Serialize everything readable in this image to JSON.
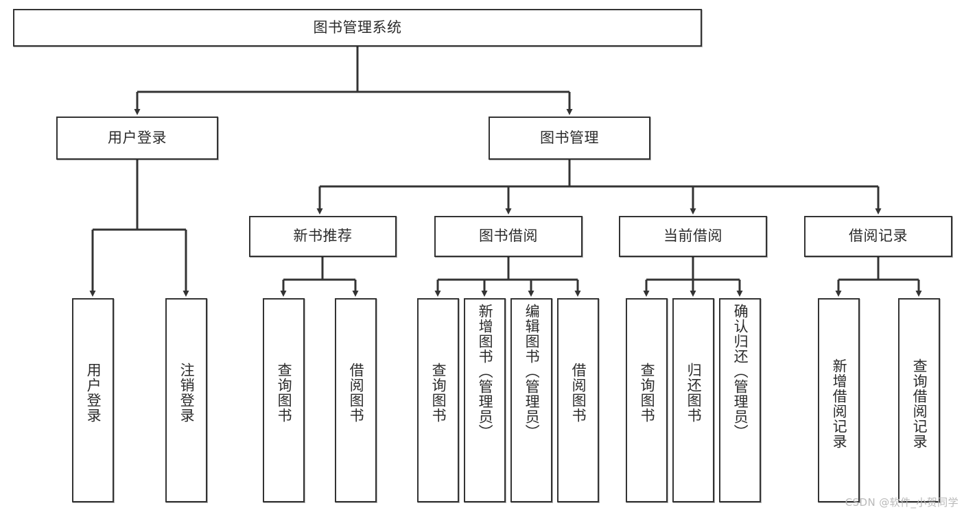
{
  "diagram": {
    "title": "图书管理系统",
    "type": "tree-hierarchy-chart",
    "root": {
      "label": "图书管理系统"
    },
    "level2": [
      {
        "label": "用户登录"
      },
      {
        "label": "图书管理"
      }
    ],
    "level3": [
      {
        "label": "新书推荐"
      },
      {
        "label": "图书借阅"
      },
      {
        "label": "当前借阅"
      },
      {
        "label": "借阅记录"
      }
    ],
    "leaves": {
      "user_login": [
        {
          "label": "用户登录"
        },
        {
          "label": "注销登录"
        }
      ],
      "new_book_recommend": [
        {
          "label": "查询图书"
        },
        {
          "label": "借阅图书"
        }
      ],
      "book_borrow": [
        {
          "label": "查询图书"
        },
        {
          "label": "新增图书（管理员）"
        },
        {
          "label": "编辑图书（管理员）"
        },
        {
          "label": "借阅图书"
        }
      ],
      "current_borrow": [
        {
          "label": "查询图书"
        },
        {
          "label": "归还图书"
        },
        {
          "label": "确认归还（管理员）"
        }
      ],
      "borrow_record": [
        {
          "label": "新增借阅记录"
        },
        {
          "label": "查询借阅记录"
        }
      ]
    }
  },
  "watermark": {
    "text": "CSDN @软件_小贺同学"
  },
  "colors": {
    "stroke": "#333333",
    "text": "#2b2b2b",
    "background": "#ffffff",
    "watermark": "#b9b9b9"
  }
}
